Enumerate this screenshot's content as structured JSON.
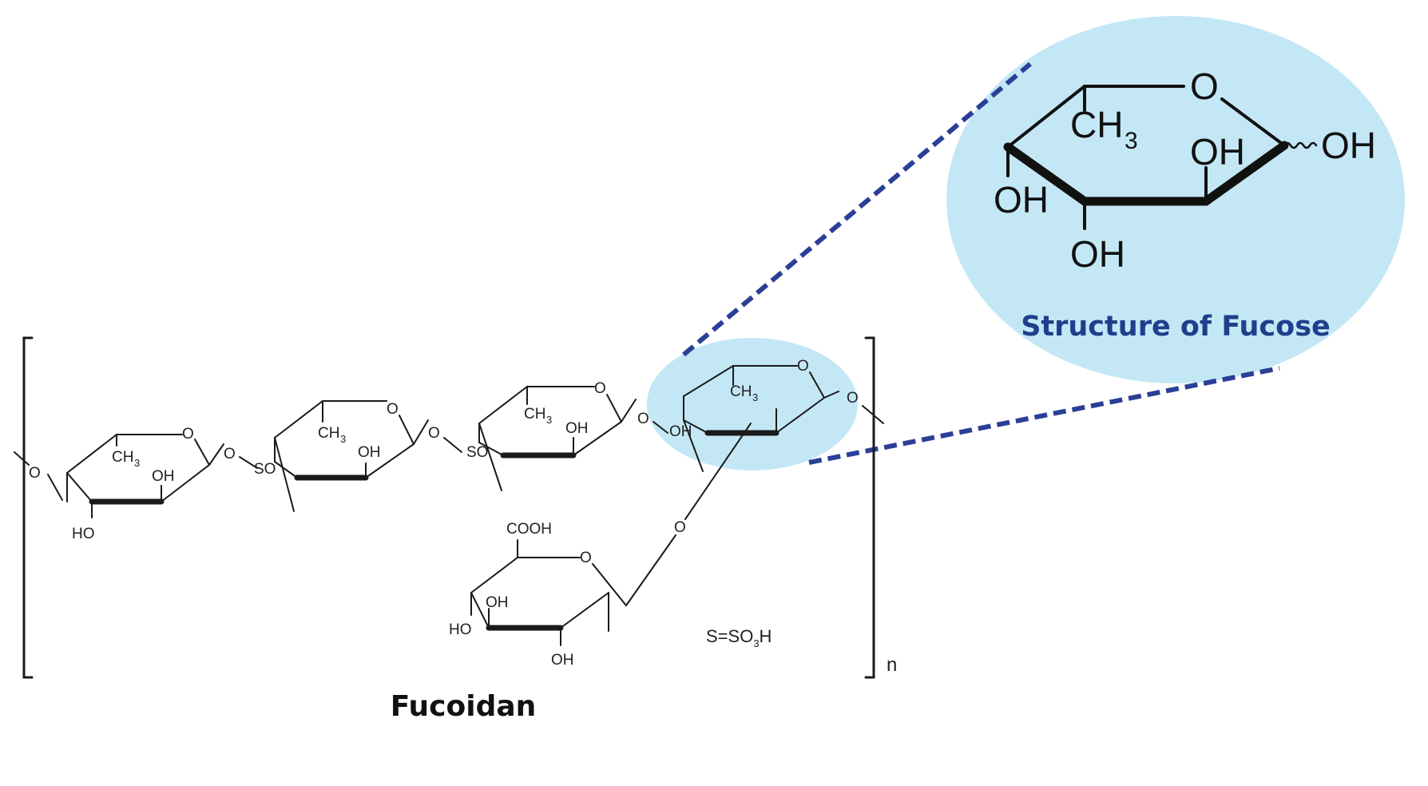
{
  "colors": {
    "highlight_fill": "#c3e7f5",
    "zoom_line": "#2b3f97",
    "zoom_title": "#1f3f8c"
  },
  "fucoidan": {
    "caption": "Fucoidan",
    "repeat_subscript": "n",
    "sulfate_legend": {
      "prefix": "S=SO",
      "sub": "3",
      "suffix": "H"
    },
    "unit1": {
      "o_left": "O",
      "o_ring": "O",
      "ch3": "CH",
      "ch3_sub": "3",
      "oh": "OH",
      "ho": "HO",
      "o_link": "O"
    },
    "unit2": {
      "so": "SO",
      "o_ring": "O",
      "ch3": "CH",
      "ch3_sub": "3",
      "oh": "OH",
      "o_link": "O"
    },
    "unit3": {
      "so": "SO",
      "o_ring": "O",
      "ch3": "CH",
      "ch3_sub": "3",
      "oh": "OH",
      "o_link": "O"
    },
    "unit4": {
      "oh": "OH",
      "o_ring": "O",
      "ch3": "CH",
      "ch3_sub": "3",
      "o_right": "O"
    },
    "branch": {
      "cooh": "COOH",
      "o_ring": "O",
      "oh": "OH",
      "ho": "HO",
      "oh_bottom": "OH",
      "o_link": "O"
    }
  },
  "fucose": {
    "title": "Structure of Fucose",
    "o_ring": "O",
    "ch3": "CH",
    "ch3_sub": "3",
    "oh_ring": "OH",
    "oh_anomeric": "OH",
    "oh_left": "OH",
    "oh_bottom": "OH"
  }
}
